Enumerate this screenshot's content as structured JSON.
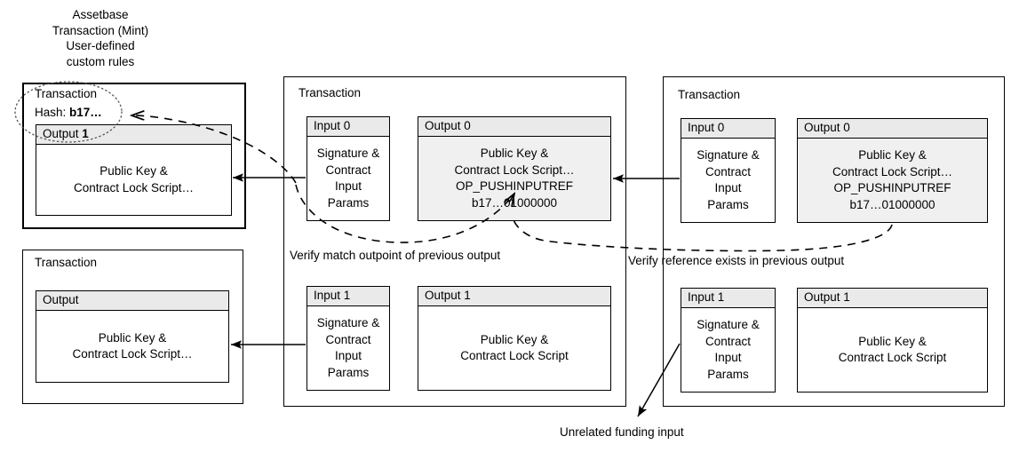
{
  "diagram": {
    "title_lines": [
      "Assetbase",
      "Transaction (Mint)",
      "User-defined",
      "custom rules"
    ],
    "notes": {
      "verify_outpoint": "Verify match outpoint of previous output",
      "verify_reference": "Verify reference exists in previous output",
      "unrelated_funding": "Unrelated funding input"
    },
    "colors": {
      "stroke": "#000000",
      "shaded_fill": "#f0f0f0",
      "header_fill": "#eaeaea",
      "background": "#ffffff"
    },
    "transactions": [
      {
        "id": "assetbase-transaction",
        "caption": "Transaction",
        "hash_label": "Hash: ",
        "hash_value": "b17…",
        "outputs": [
          {
            "header_prefix": "Output ",
            "header_value": "1",
            "body_lines": [
              "Public Key &",
              "Contract Lock Script…"
            ],
            "shaded": false
          }
        ]
      },
      {
        "id": "previous-funding-transaction",
        "caption": "Transaction",
        "outputs": [
          {
            "header": "Output",
            "body_lines": [
              "Public Key &",
              "Contract Lock Script…"
            ],
            "shaded": false
          }
        ]
      },
      {
        "id": "middle-transaction",
        "caption": "Transaction",
        "inputs": [
          {
            "header": "Input 0",
            "body_lines": [
              "Signature &",
              "Contract",
              "Input",
              "Params"
            ]
          },
          {
            "header": "Input 1",
            "body_lines": [
              "Signature &",
              "Contract",
              "Input",
              "Params"
            ]
          }
        ],
        "outputs": [
          {
            "header": "Output 0",
            "body_lines": [
              "Public Key &",
              "Contract Lock Script…"
            ],
            "bold_lines": [
              "OP_PUSHINPUTREF",
              "b17…01000000"
            ],
            "shaded": true
          },
          {
            "header": "Output 1",
            "body_lines": [
              "Public Key &",
              "Contract Lock Script"
            ],
            "bold_lines": [],
            "shaded": false
          }
        ]
      },
      {
        "id": "right-transaction",
        "caption": "Transaction",
        "inputs": [
          {
            "header": "Input 0",
            "body_lines": [
              "Signature &",
              "Contract",
              "Input",
              "Params"
            ]
          },
          {
            "header": "Input 1",
            "body_lines": [
              "Signature &",
              "Contract",
              "Input",
              "Params"
            ]
          }
        ],
        "outputs": [
          {
            "header": "Output 0",
            "body_lines": [
              "Public Key &",
              "Contract Lock Script…"
            ],
            "bold_lines": [
              "OP_PUSHINPUTREF",
              "b17…01000000"
            ],
            "shaded": true
          },
          {
            "header": "Output 1",
            "body_lines": [
              "Public Key &",
              "Contract Lock Script"
            ],
            "bold_lines": [],
            "shaded": false
          }
        ]
      }
    ]
  }
}
